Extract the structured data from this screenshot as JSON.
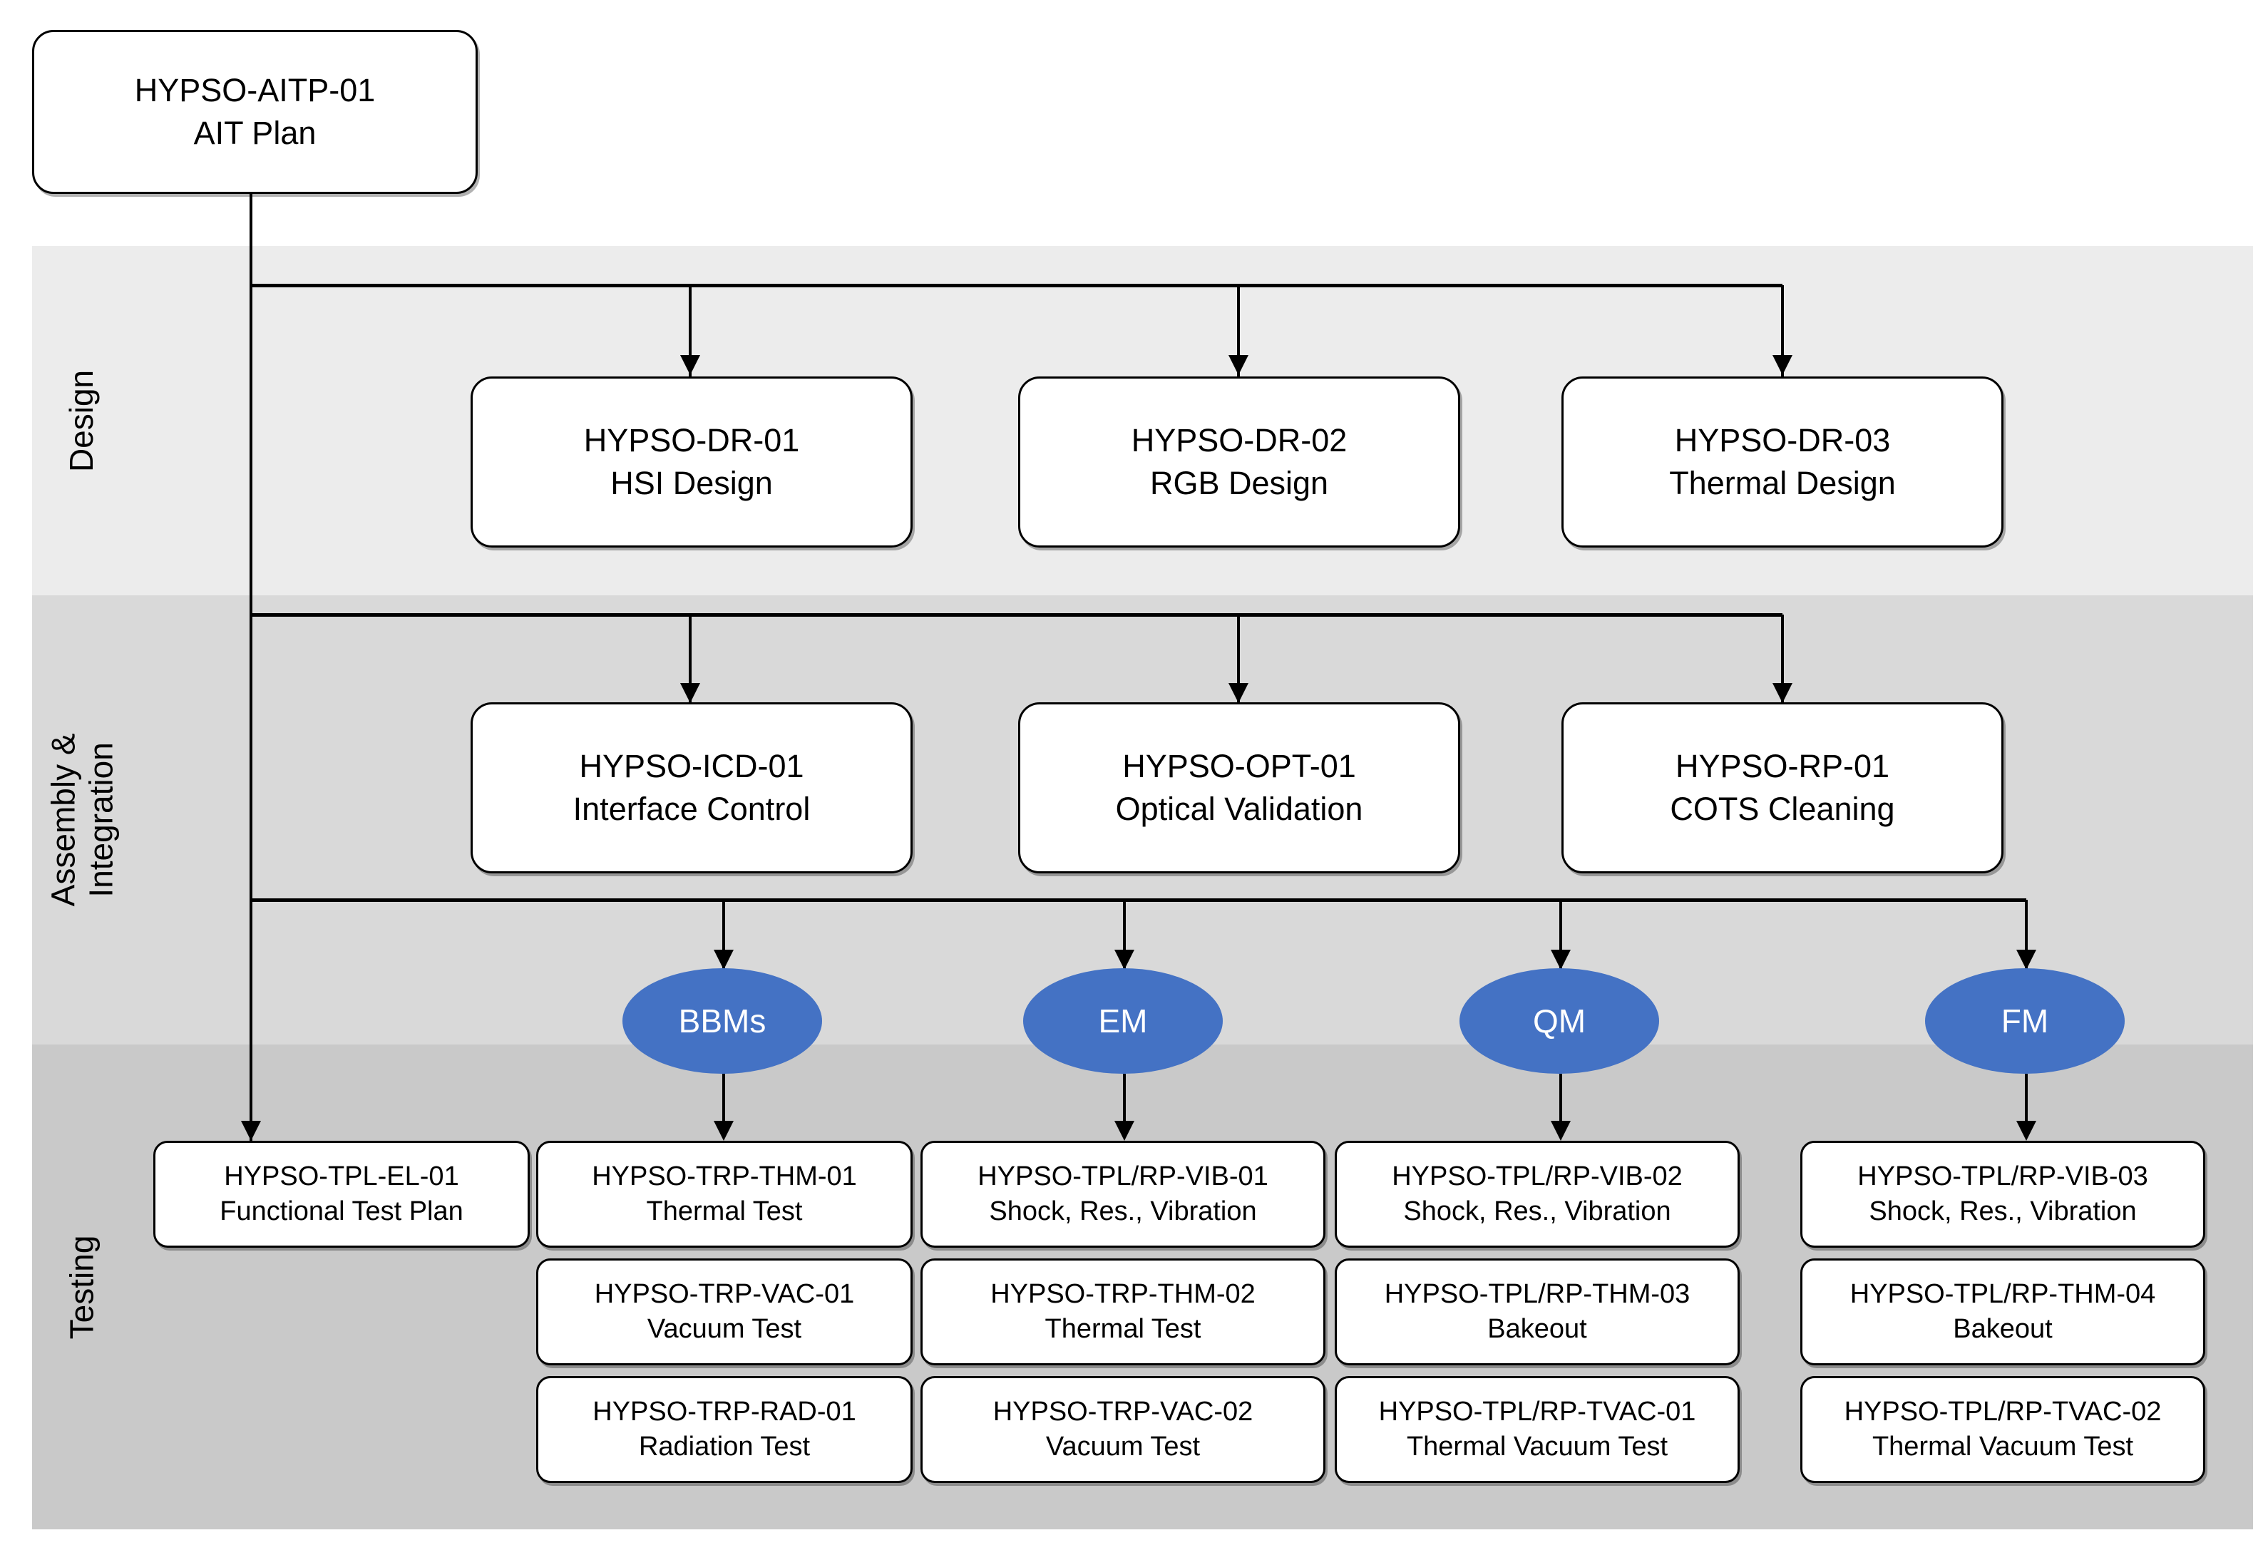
{
  "diagram": {
    "title_node": {
      "id": "HYPSO-AITP-01",
      "label": "AIT Plan"
    },
    "bands": [
      {
        "key": "design",
        "label": "Design",
        "color": "#ececec"
      },
      {
        "key": "assembly",
        "label": "Assembly &\nIntegration",
        "label_line1": "Assembly &",
        "label_line2": "Integration",
        "color": "#d9d9d9"
      },
      {
        "key": "testing",
        "label": "Testing",
        "color": "#c9c9c9"
      }
    ],
    "design_nodes": [
      {
        "id": "HYPSO-DR-01",
        "label": "HSI Design"
      },
      {
        "id": "HYPSO-DR-02",
        "label": "RGB Design"
      },
      {
        "id": "HYPSO-DR-03",
        "label": "Thermal Design"
      }
    ],
    "assembly_nodes": [
      {
        "id": "HYPSO-ICD-01",
        "label": "Interface Control"
      },
      {
        "id": "HYPSO-OPT-01",
        "label": "Optical Validation"
      },
      {
        "id": "HYPSO-RP-01",
        "label": "COTS Cleaning"
      }
    ],
    "models": [
      {
        "id": "BBMs",
        "color": "#4472c4"
      },
      {
        "id": "EM",
        "color": "#4472c4"
      },
      {
        "id": "QM",
        "color": "#4472c4"
      },
      {
        "id": "FM",
        "color": "#4472c4"
      }
    ],
    "test_columns": [
      {
        "owner": "AIT Plan",
        "items": [
          {
            "id": "HYPSO-TPL-EL-01",
            "label": "Functional Test Plan"
          }
        ]
      },
      {
        "owner": "BBMs",
        "items": [
          {
            "id": "HYPSO-TRP-THM-01",
            "label": "Thermal Test"
          },
          {
            "id": "HYPSO-TRP-VAC-01",
            "label": "Vacuum Test"
          },
          {
            "id": "HYPSO-TRP-RAD-01",
            "label": "Radiation Test"
          }
        ]
      },
      {
        "owner": "EM",
        "items": [
          {
            "id": "HYPSO-TPL/RP-VIB-01",
            "label": "Shock, Res., Vibration"
          },
          {
            "id": "HYPSO-TRP-THM-02",
            "label": "Thermal Test"
          },
          {
            "id": "HYPSO-TRP-VAC-02",
            "label": "Vacuum Test"
          }
        ]
      },
      {
        "owner": "QM",
        "items": [
          {
            "id": "HYPSO-TPL/RP-VIB-02",
            "label": "Shock, Res., Vibration"
          },
          {
            "id": "HYPSO-TPL/RP-THM-03",
            "label": "Bakeout"
          },
          {
            "id": "HYPSO-TPL/RP-TVAC-01",
            "label": "Thermal Vacuum Test"
          }
        ]
      },
      {
        "owner": "FM",
        "items": [
          {
            "id": "HYPSO-TPL/RP-VIB-03",
            "label": "Shock, Res., Vibration"
          },
          {
            "id": "HYPSO-TPL/RP-THM-04",
            "label": "Bakeout"
          },
          {
            "id": "HYPSO-TPL/RP-TVAC-02",
            "label": "Thermal Vacuum Test"
          }
        ]
      }
    ]
  }
}
